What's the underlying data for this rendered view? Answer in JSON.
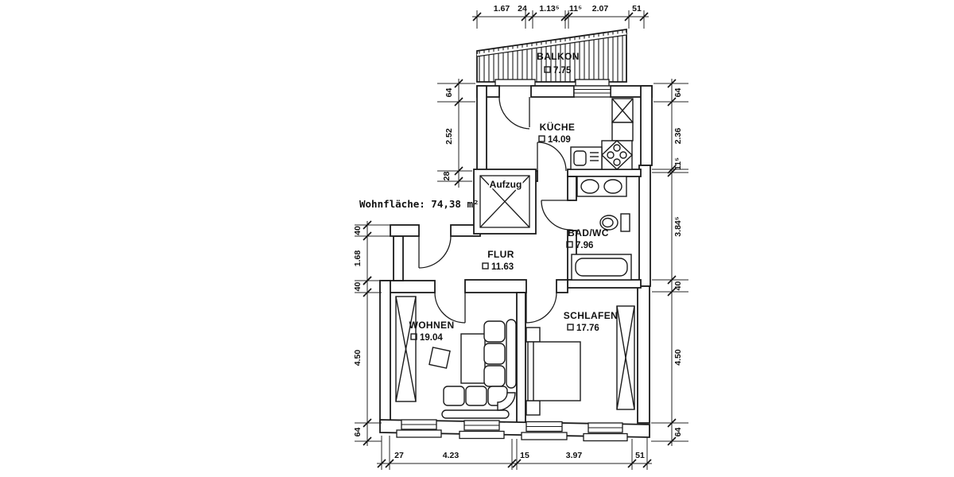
{
  "title": "Wohnfläche: 74,38 m²",
  "rooms": [
    {
      "id": "balkon",
      "name": "BALKON",
      "area": "7.75"
    },
    {
      "id": "kueche",
      "name": "KÜCHE",
      "area": "14.09"
    },
    {
      "id": "aufzug",
      "name": "Aufzug"
    },
    {
      "id": "bad",
      "name": "BAD/WC",
      "area": "7.96"
    },
    {
      "id": "flur",
      "name": "FLUR",
      "area": "11.63"
    },
    {
      "id": "wohnen",
      "name": "WOHNEN",
      "area": "19.04"
    },
    {
      "id": "schlafen",
      "name": "SCHLAFEN",
      "area": "17.76"
    }
  ],
  "dimensions": {
    "top": [
      "1.67",
      "24",
      "1.13⁵",
      "11⁵",
      "2.07",
      "51"
    ],
    "left_upper": [
      "64",
      "2.52",
      "28"
    ],
    "left_entry": [
      "40",
      "1.68"
    ],
    "left_lower": [
      "40",
      "4.50",
      "64"
    ],
    "right": [
      "64",
      "2.36",
      "11⁵",
      "3.84⁵",
      "40",
      "4.50",
      "64"
    ],
    "bottom": [
      "27",
      "4.23",
      "15",
      "3.97",
      "51"
    ]
  },
  "icons": {
    "area_marker": "small-square-outline-icon"
  },
  "colors": {
    "ink": "#1b1b1b",
    "paper": "#ffffff"
  }
}
